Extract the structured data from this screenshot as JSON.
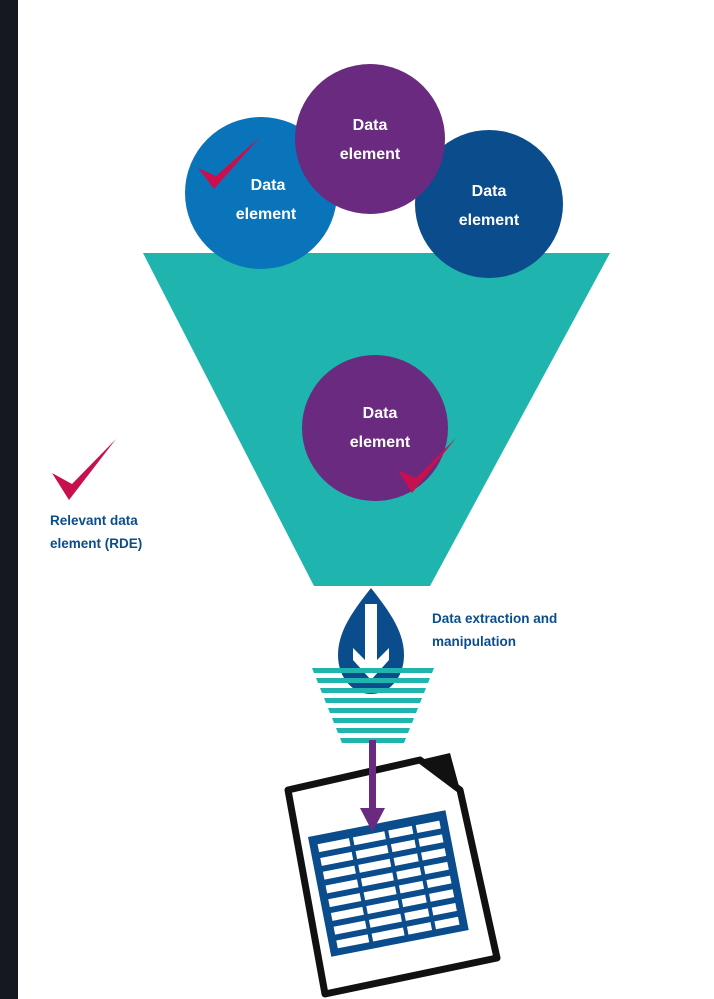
{
  "diagram": {
    "circle_label_line1": "Data",
    "circle_label_line2": "element",
    "legend_label_line1": "Relevant data",
    "legend_label_line2": "element (RDE)",
    "process_label_line1": "Data extraction and",
    "process_label_line2": "manipulation"
  },
  "colors": {
    "background": "#15191f",
    "canvas": "#ffffff",
    "funnel": "#1fb4ad",
    "purple": "#6a2a7f",
    "blue": "#0a74ba",
    "dark_blue": "#0b4c8c",
    "check": "#c8104e",
    "label_blue": "#0b4c8c",
    "outline": "#111111"
  },
  "icons": [
    "check-mark-icon",
    "down-arrow-icon",
    "spreadsheet-document-icon"
  ]
}
